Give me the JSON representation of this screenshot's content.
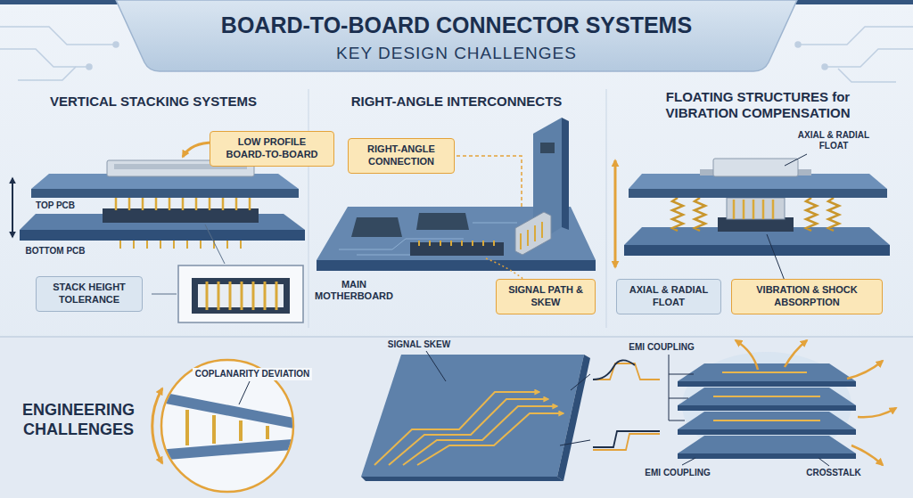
{
  "diagram": {
    "title": "BOARD-TO-BOARD CONNECTOR SYSTEMS",
    "nodes": [
      {
        "text": [
          "LOW PROFILE BOARD-TO-BOARD"
        ]
      },
      {
        "text": [
          "STACK HEIGHT TOLERANCE"
        ]
      },
      {
        "text": [
          "RIGHT-ANGLE CONNECTION"
        ]
      },
      {
        "text": [
          "SIGNAL PATH & SKEW"
        ]
      },
      {
        "text": [
          "AXIAL & RADIAL FLOAT"
        ]
      },
      {
        "text": [
          "VIBRATION & SHOCK ABSORPTION"
        ]
      }
    ],
    "labels": [
      "KEY DESIGN CHALLENGES",
      "VERTICAL STACKING SYSTEMS",
      "RIGHT-ANGLE INTERCONNECTS",
      "FLOATING STRUCTURES for VIBRATION COMPENSATION",
      "TOP PCB",
      "BOTTOM PCB",
      "MAIN MOTHERBOARD",
      "AXIAL & RADIAL FLOAT",
      "ENGINEERING CHALLENGES",
      "COPLANARITY DEVIATION",
      "SIGNAL SKEW",
      "EMI COUPLING",
      "EMI COUPLING",
      "CROSSTALK"
    ]
  }
}
